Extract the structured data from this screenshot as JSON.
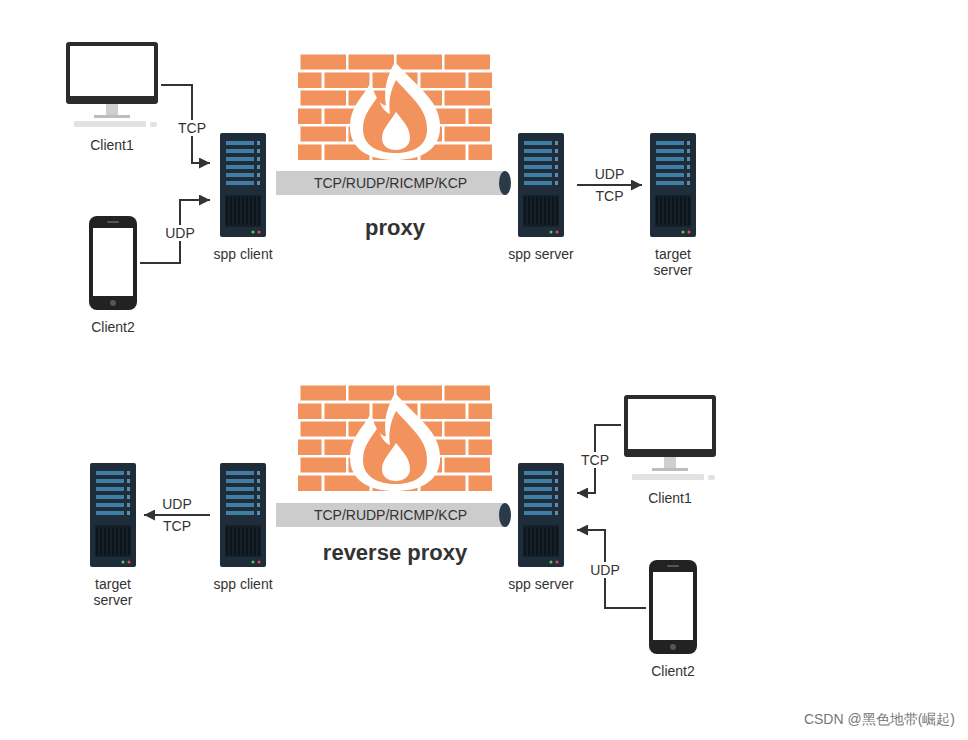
{
  "diagram": {
    "nodes": [
      {
        "text": [
          "Client1"
        ]
      },
      {
        "text": [
          "spp client"
        ]
      },
      {
        "text": [
          "spp server"
        ]
      },
      {
        "text": [
          "target server"
        ]
      },
      {
        "text": [
          "Client2"
        ]
      },
      {
        "text": [
          "target server"
        ]
      },
      {
        "text": [
          "spp client"
        ]
      },
      {
        "text": [
          "spp server"
        ]
      },
      {
        "text": [
          "Client1"
        ]
      },
      {
        "text": [
          "Client2"
        ]
      }
    ],
    "edges": [
      {
        "from": 0,
        "to": 1,
        "arrow": "to",
        "label": "TCP"
      },
      {
        "from": 4,
        "to": 1,
        "arrow": "to",
        "label": "UDP"
      },
      {
        "from": 1,
        "to": 2,
        "arrow": "none",
        "label": "TCP/RUDP/RICMP/KCP"
      },
      {
        "from": 2,
        "to": 3,
        "arrow": "to",
        "label": "UDP TCP"
      },
      {
        "from": 6,
        "to": 5,
        "arrow": "to",
        "label": "UDP TCP"
      },
      {
        "from": 6,
        "to": 7,
        "arrow": "none",
        "label": "TCP/RUDP/RICMP/KCP"
      },
      {
        "from": 8,
        "to": 7,
        "arrow": "to",
        "label": "TCP"
      },
      {
        "from": 9,
        "to": 7,
        "arrow": "to",
        "label": "UDP"
      }
    ],
    "labels": [
      "proxy",
      "reverse proxy",
      "CSDN @黑色地带(崛起)"
    ]
  }
}
